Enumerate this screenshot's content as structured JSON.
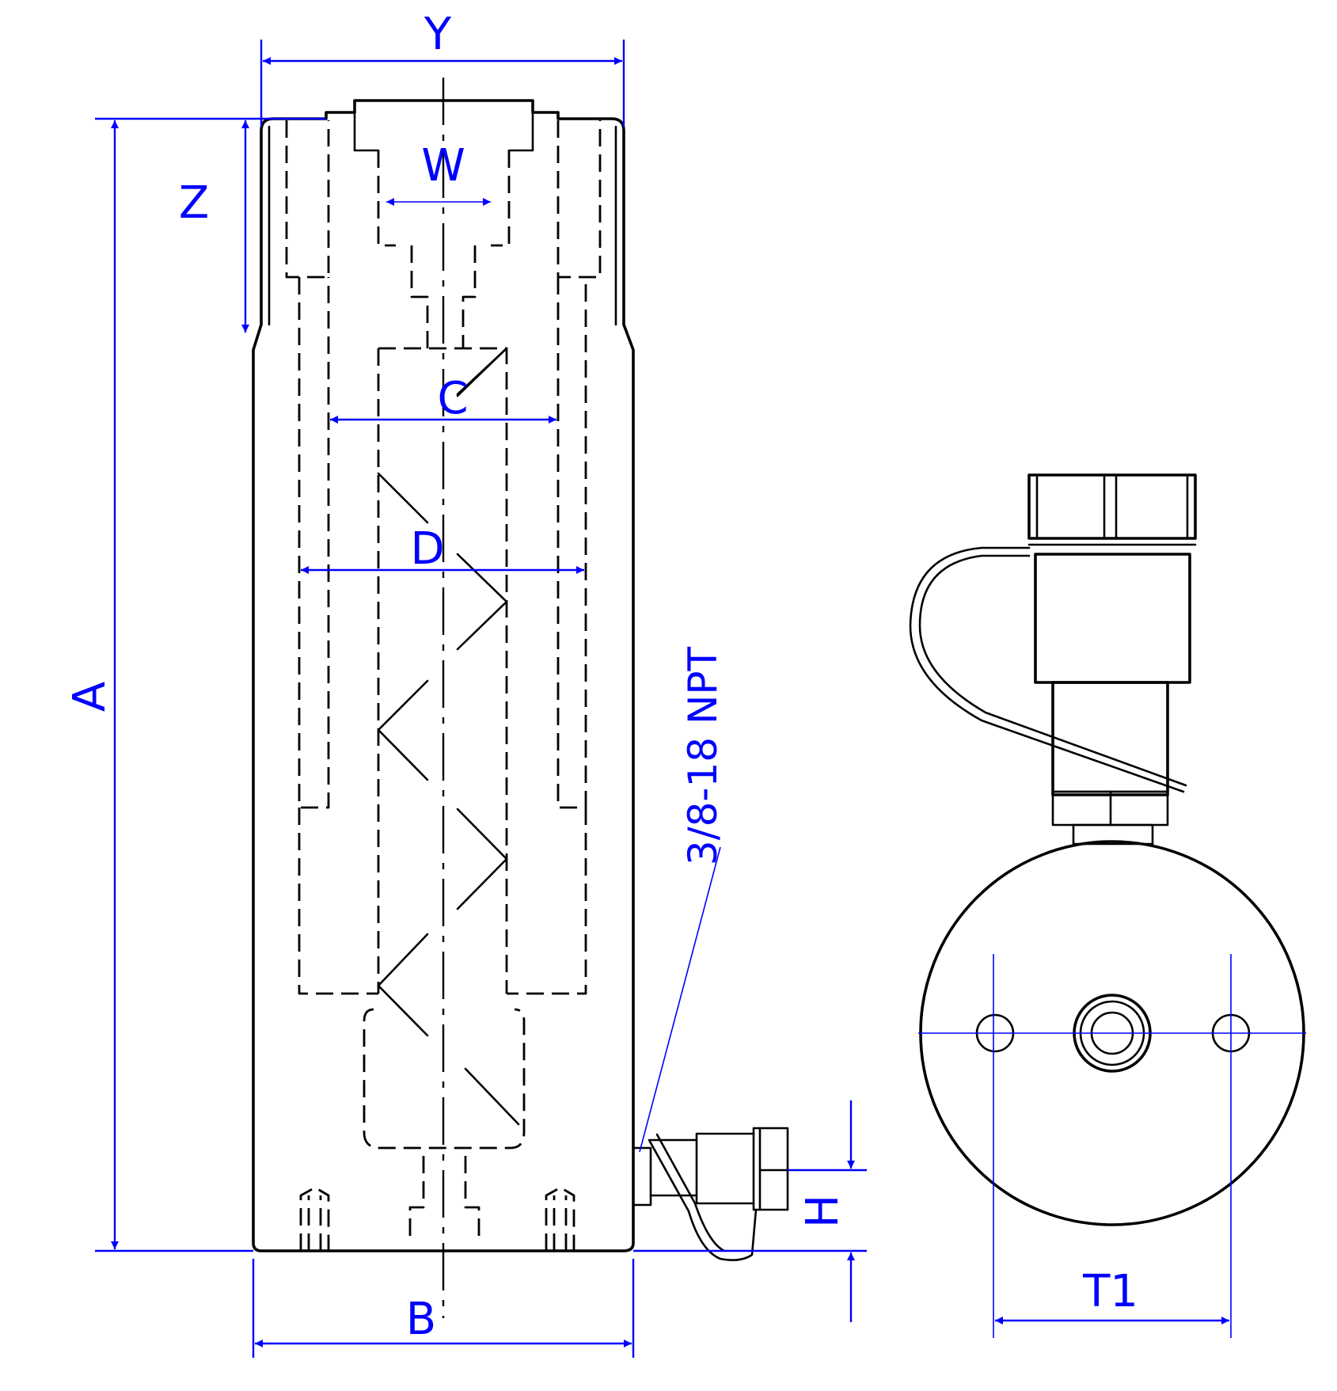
{
  "labels": {
    "Y": "Y",
    "W": "W",
    "Z": "Z",
    "C": "C",
    "D": "D",
    "A": "A",
    "B": "B",
    "H": "H",
    "T1": "T1",
    "port": "3/8-18 NPT"
  },
  "colors": {
    "outline": "#000000",
    "dimension": "#0000ff"
  },
  "icons": {
    "coupler": "quick-coupler-icon",
    "dust_cap": "dust-cap-icon"
  }
}
